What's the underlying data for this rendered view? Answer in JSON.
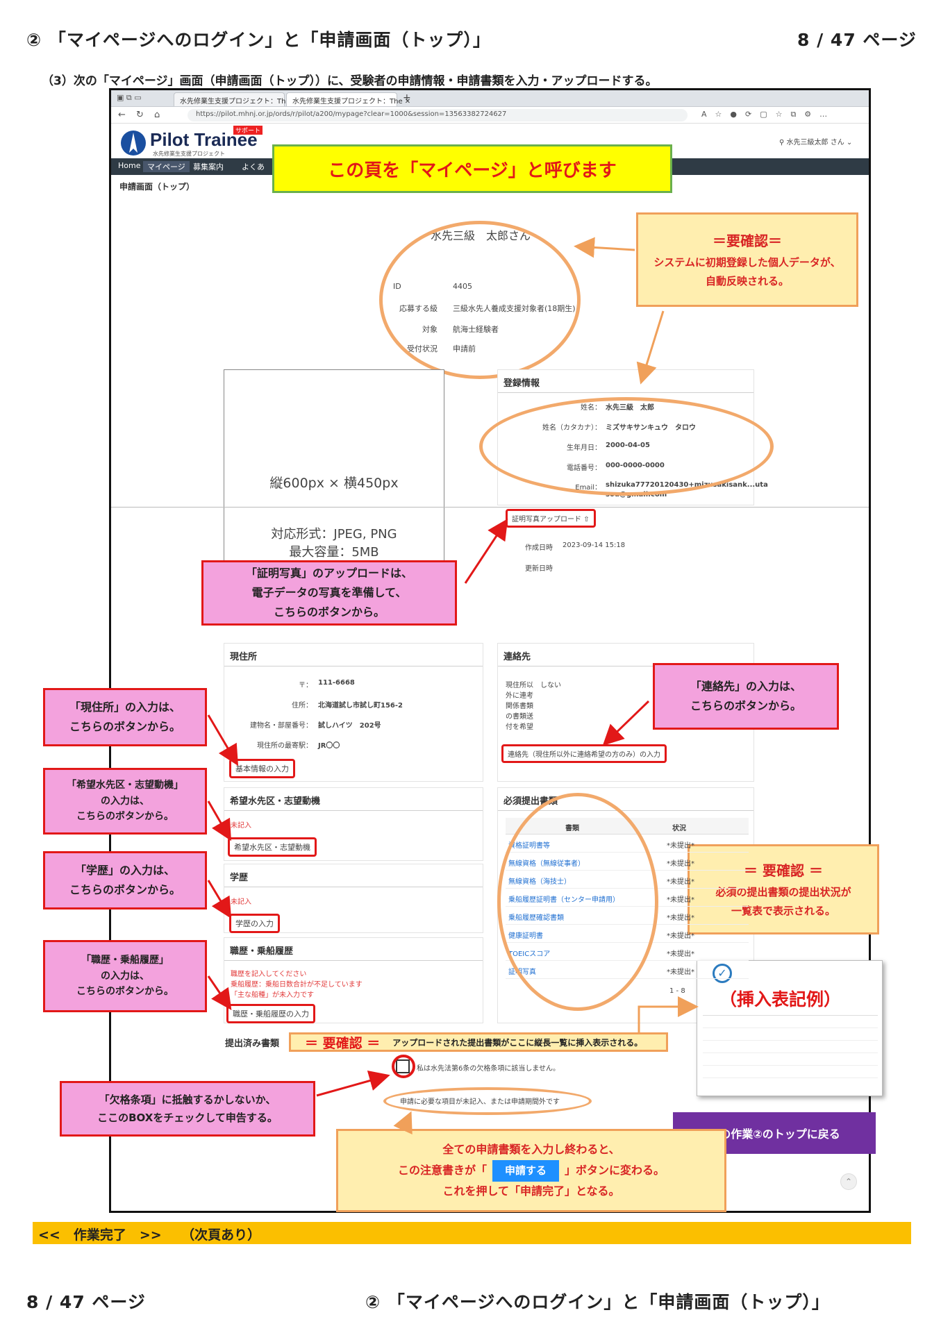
{
  "header": {
    "section": "② 「マイページへのログイン」と「申請画面（トップ）」",
    "page": "8 / 47 ページ",
    "step": "（3）次の「マイページ」画面（申請画面（トップ））に、受験者の申請情報・申請書類を入力・アップロードする。"
  },
  "browser": {
    "tab1": "水先修業生支援プロジェクト：The",
    "tab2": "水先修業生支援プロジェクト：The",
    "url": "https://pilot.mhnj.or.jp/ords/r/pilot/a200/mypage?clear=1000&session=13563382724627"
  },
  "site": {
    "logo_text": "Pilot Trainee",
    "logo_sub": "水先修業生支援プロジェクト",
    "logo_badge": "サポート",
    "user": "水先三級太郎 さん",
    "menu": [
      "Home",
      "マイページ",
      "募集案内",
      "よくあ"
    ],
    "breadcrumb": "申請画面（トップ）"
  },
  "profile": {
    "name": "水先三級　太郎さん",
    "rows": [
      {
        "label": "ID",
        "value": "4405"
      },
      {
        "label": "応募する級",
        "value": "三級水先人養成支援対象者(18期生)"
      },
      {
        "label": "対象",
        "value": "航海士経験者"
      },
      {
        "label": "受付状況",
        "value": "申請前"
      }
    ]
  },
  "photo": {
    "size": "縦600px × 横450px",
    "format": "対応形式：JPEG, PNG",
    "max": "最大容量：5MB",
    "upload_button": "証明写真アップロード",
    "created_label": "作成日時",
    "created_value": "2023-09-14 15:18",
    "updated_label": "更新日時"
  },
  "registration": {
    "title": "登録情報",
    "rows": [
      {
        "label": "姓名：",
        "value": "水先三級　太郎"
      },
      {
        "label": "姓名（カタカナ）：",
        "value": "ミズサキサンキュウ　タロウ"
      },
      {
        "label": "生年月日：",
        "value": "2000-04-05"
      },
      {
        "label": "電話番号：",
        "value": "000-0000-0000"
      },
      {
        "label": "Email：",
        "value": "shizuka77720120430+mizusakisank...uta"
      }
    ],
    "email_cont": "sou@gmail.com"
  },
  "address": {
    "title": "現住所",
    "rows": [
      {
        "label": "〒：",
        "value": "111-6668"
      },
      {
        "label": "住所：",
        "value": "北海道試し市試し町156-2"
      },
      {
        "label": "建物名・部屋番号：",
        "value": "試しハイツ　202号"
      },
      {
        "label": "現住所の最寄駅：",
        "value": "JR〇〇"
      }
    ],
    "button": "基本情報の入力"
  },
  "contact": {
    "title": "連絡先",
    "text": [
      "現住所以　しない",
      "外に連考",
      "関係書類",
      "の書類送",
      "付を希望"
    ],
    "button": "連絡先（現住所以外に連絡希望の方のみ）の入力"
  },
  "region": {
    "title": "希望水先区・志望動機",
    "status": "未記入",
    "button": "希望水先区・志望動機"
  },
  "education": {
    "title": "学歴",
    "status": "未記入",
    "button": "学歴の入力"
  },
  "career": {
    "title": "職歴・乗船履歴",
    "warnings": [
      "職歴を記入してください",
      "乗船履歴：乗船日数合計が不足しています",
      "「主な船種」が未入力です"
    ],
    "button": "職歴・乗船履歴の入力"
  },
  "documents": {
    "title": "必須提出書類",
    "col_doc": "書類",
    "col_status": "状況",
    "rows": [
      {
        "name": "資格証明書等",
        "status": "*未提出*"
      },
      {
        "name": "無線資格（無線従事者）",
        "status": "*未提出*"
      },
      {
        "name": "無線資格（海技士）",
        "status": "*未提出*"
      },
      {
        "name": "乗船履歴証明書（センター申請用）",
        "status": "*未提出*"
      },
      {
        "name": "乗船履歴確認書類",
        "status": "*未提出*"
      },
      {
        "name": "健康証明書",
        "status": "*未提出*"
      },
      {
        "name": "TOEICスコア",
        "status": "*未提出*"
      },
      {
        "name": "証明写真",
        "status": "*未提出*"
      }
    ],
    "pager": "1 - 8"
  },
  "submitted": {
    "title": "提出済み書類",
    "note_title": "＝ 要確認 ＝",
    "note_text": "アップロードされた提出書類がここに縦長一覧に挿入表示される。"
  },
  "disqualification": {
    "label": "私は水先法第6条の欠格条項に該当しません。"
  },
  "notice": "申請に必要な項目が未記入、または申請期間外です",
  "annotations": {
    "mypage": "この頁を「マイページ」と呼びます",
    "confirm1_title": "＝要確認＝",
    "confirm1_lines": [
      "システムに初期登録した個人データが、",
      "自動反映される。"
    ],
    "photo_note": [
      "「証明写真」のアップロードは、",
      "電子データの写真を準備して、",
      "こちらのボタンから。"
    ],
    "contact_note": [
      "「連絡先」の入力は、",
      "こちらのボタンから。"
    ],
    "address_note": [
      "「現住所」の入力は、",
      "こちらのボタンから。"
    ],
    "region_note": [
      "「希望水先区・志望動機」",
      "の入力は、",
      "こちらのボタンから。"
    ],
    "education_note": [
      "「学歴」の入力は、",
      "こちらのボタンから。"
    ],
    "career_note": [
      "「職歴・乗船履歴」",
      "の入力は、",
      "こちらのボタンから。"
    ],
    "confirm2_title": "＝ 要確認 ＝",
    "confirm2_lines": [
      "必須の提出書類の提出状況が",
      "一覧表で表示される。"
    ],
    "insert_example": "（挿入表記例）",
    "disq_note": [
      "「欠格条項」に抵触するかしないか、",
      "ここのBOXをチェックして申告する。"
    ],
    "back_top": "この作業②のトップに戻る",
    "final_line1": "全ての申請書類を入力し終わると、",
    "final_line2a": "この注意書きが「",
    "final_button": "申請する",
    "final_line2b": "」ボタンに変わる。",
    "final_line3": "これを押して「申請完了」となる。"
  },
  "bottom_bar": "<<　作業完了　>>　　（次頁あり）",
  "footer": {
    "page": "8 / 47 ページ",
    "section": "② 「マイページへのログイン」と「申請画面（トップ）」"
  }
}
